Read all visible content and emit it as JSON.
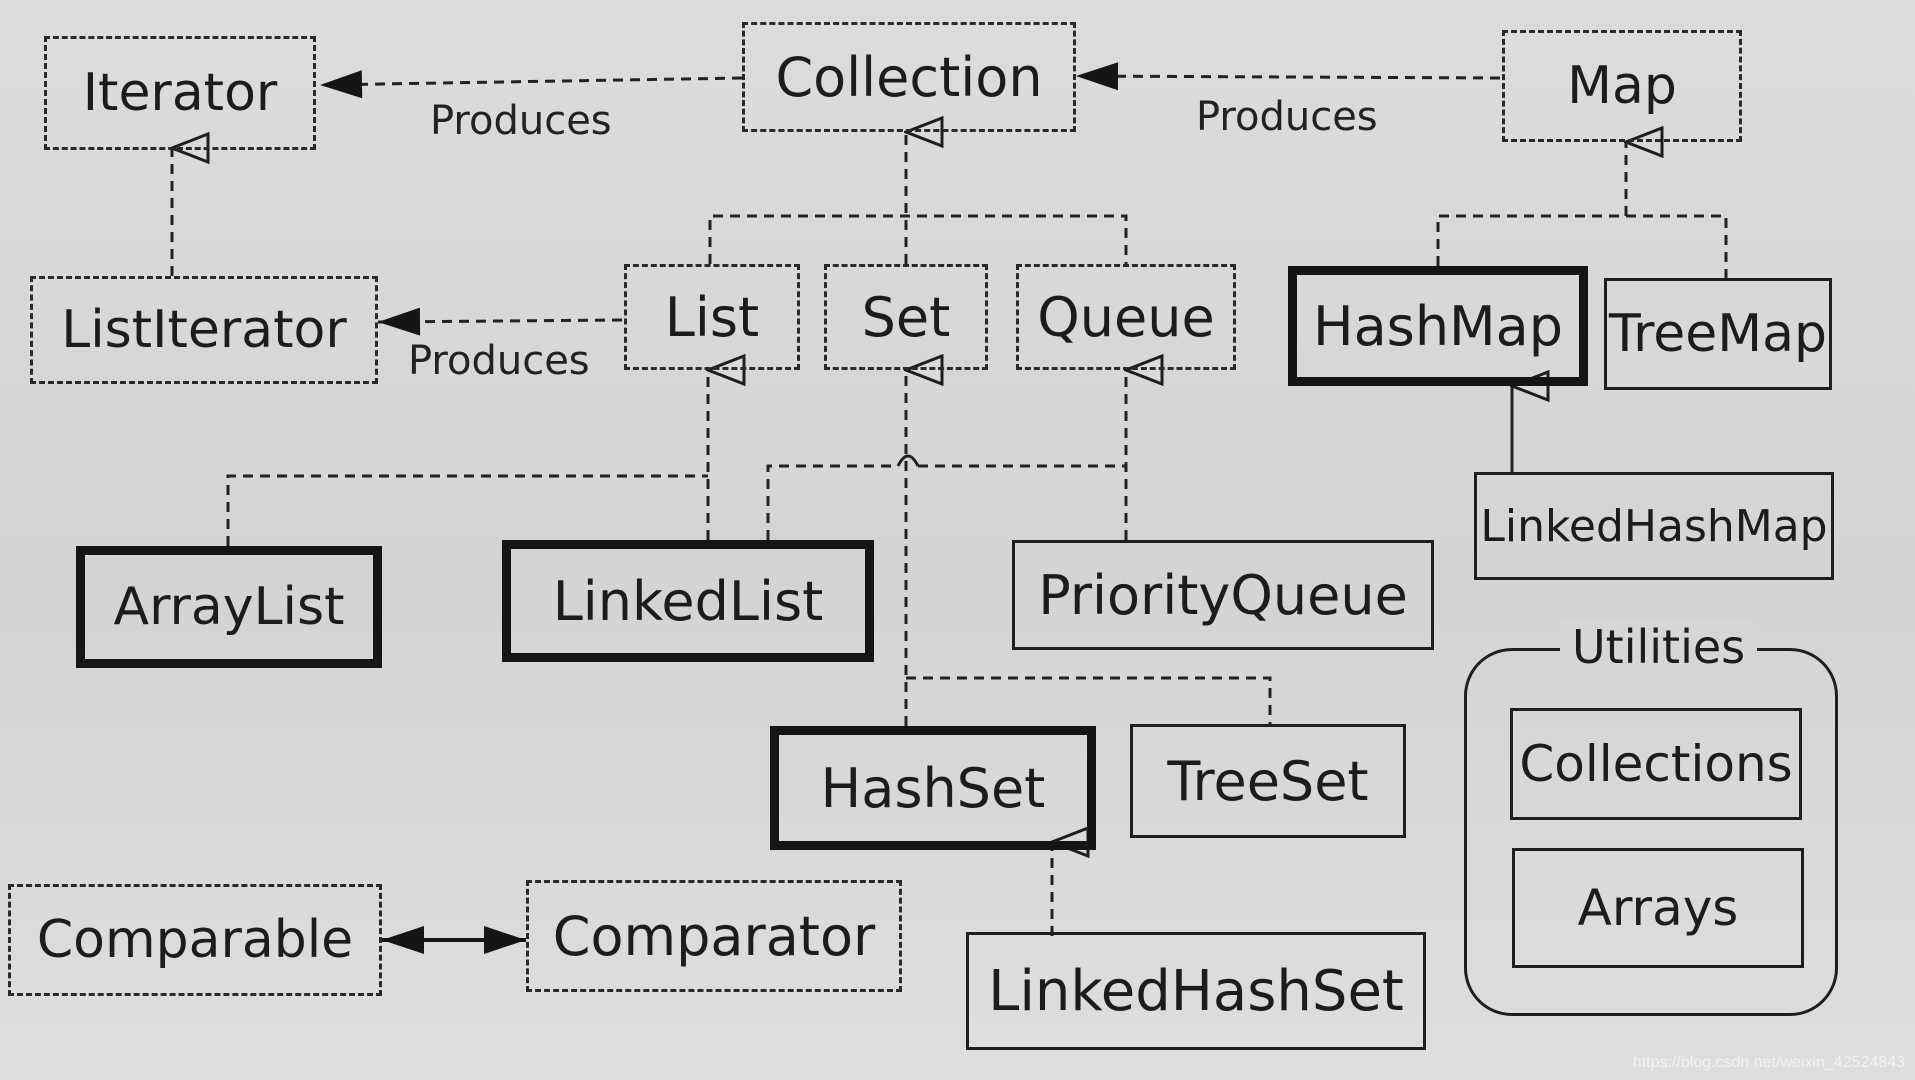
{
  "nodes": {
    "iterator": "Iterator",
    "collection": "Collection",
    "map": "Map",
    "list_iterator": "ListIterator",
    "list": "List",
    "set": "Set",
    "queue": "Queue",
    "hash_map": "HashMap",
    "tree_map": "TreeMap",
    "linked_hash_map": "LinkedHashMap",
    "array_list": "ArrayList",
    "linked_list": "LinkedList",
    "priority_queue": "PriorityQueue",
    "hash_set": "HashSet",
    "tree_set": "TreeSet",
    "linked_hash_set": "LinkedHashSet",
    "comparable": "Comparable",
    "comparator": "Comparator"
  },
  "edge_labels": {
    "collection_produces_iterator": "Produces",
    "map_produces_collection": "Produces",
    "list_produces_list_iterator": "Produces"
  },
  "utilities": {
    "title": "Utilities",
    "items": [
      "Collections",
      "Arrays"
    ]
  },
  "watermark": "https://blog.csdn.net/weixin_42524843"
}
